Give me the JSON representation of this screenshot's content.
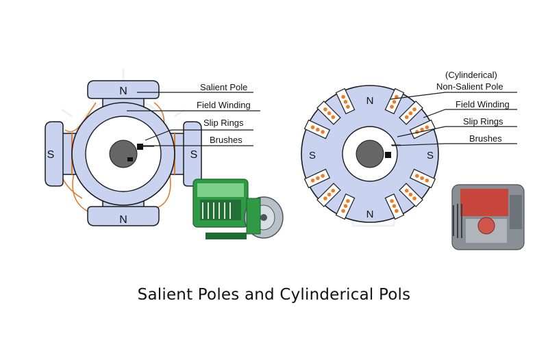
{
  "caption": "Salient Poles and Cylinderical Pols",
  "colors": {
    "body_fill": "#c9d3f0",
    "outline": "#1a1a1a",
    "winding": "#e07a2e",
    "winding_dot": "#f07c22",
    "shaft": "#666666",
    "watermark": "#eef0f7"
  },
  "left_diagram": {
    "pole_labels": {
      "top": "N",
      "bottom": "N",
      "left": "S",
      "right": "S"
    },
    "callouts": {
      "salient_pole": "Salient Pole",
      "field_winding": "Field Winding",
      "slip_rings": "Slip Rings",
      "brushes": "Brushes"
    },
    "photo_icon": "generator-photo"
  },
  "right_diagram": {
    "pole_labels": {
      "top": "N",
      "bottom": "N",
      "left": "S",
      "right": "S"
    },
    "callouts": {
      "non_salient_pole_line1": "(Cylinderical)",
      "non_salient_pole_line2": "Non-Salient Pole",
      "field_winding": "Field Winding",
      "slip_rings": "Slip Rings",
      "brushes": "Brushes"
    },
    "photo_icon": "alternator-photo"
  }
}
